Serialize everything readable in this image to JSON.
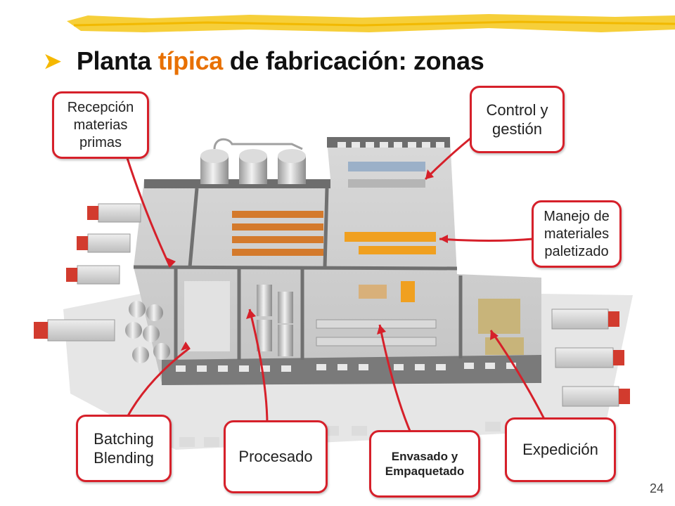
{
  "slide": {
    "title_prefix": "Planta ",
    "title_accent": "típica",
    "title_suffix": " de fabricación: zonas",
    "page_number": "24"
  },
  "callouts": {
    "recepcion": "Recepción\nmaterias\nprimas",
    "control": "Control y\ngestión",
    "manejo": "Manejo de\nmateriales\npaletizado",
    "batching": "Batching\nBlending",
    "procesado": "Procesado",
    "envasado": "Envasado y\nEmpaquetado",
    "expedicion": "Expedición"
  },
  "colors": {
    "accent": "#e87000",
    "bullet": "#f5b800",
    "callout_border": "#d6202a"
  }
}
